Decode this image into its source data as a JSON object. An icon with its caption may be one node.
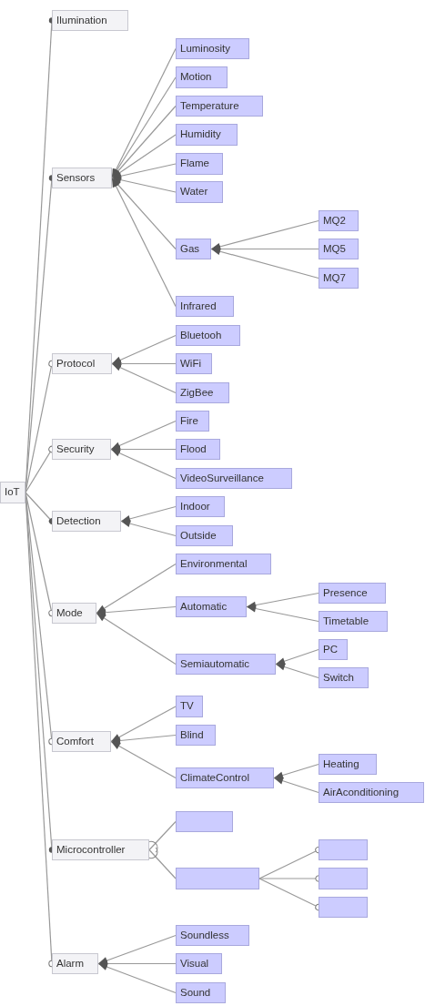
{
  "diagram": {
    "nodes": [
      {
        "text": [
          "IoT"
        ]
      },
      {
        "text": [
          "Ilumination"
        ]
      },
      {
        "text": [
          "Sensors"
        ]
      },
      {
        "text": [
          "Luminosity"
        ]
      },
      {
        "text": [
          "Motion"
        ]
      },
      {
        "text": [
          "Temperature"
        ]
      },
      {
        "text": [
          "Humidity"
        ]
      },
      {
        "text": [
          "Flame"
        ]
      },
      {
        "text": [
          "Water"
        ]
      },
      {
        "text": [
          "Gas"
        ]
      },
      {
        "text": [
          "MQ2"
        ]
      },
      {
        "text": [
          "MQ5"
        ]
      },
      {
        "text": [
          "MQ7"
        ]
      },
      {
        "text": [
          "Infrared"
        ]
      },
      {
        "text": [
          "Protocol"
        ]
      },
      {
        "text": [
          "Bluetooh"
        ]
      },
      {
        "text": [
          "WiFi"
        ]
      },
      {
        "text": [
          "ZigBee"
        ]
      },
      {
        "text": [
          "Security"
        ]
      },
      {
        "text": [
          "Fire"
        ]
      },
      {
        "text": [
          "Flood"
        ]
      },
      {
        "text": [
          "VideoSurveillance"
        ]
      },
      {
        "text": [
          "Detection"
        ]
      },
      {
        "text": [
          "Indoor"
        ]
      },
      {
        "text": [
          "Outside"
        ]
      },
      {
        "text": [
          "Mode"
        ]
      },
      {
        "text": [
          "Environmental"
        ]
      },
      {
        "text": [
          "Automatic"
        ]
      },
      {
        "text": [
          "Presence"
        ]
      },
      {
        "text": [
          "Timetable"
        ]
      },
      {
        "text": [
          "Semiautomatic"
        ]
      },
      {
        "text": [
          "PC"
        ]
      },
      {
        "text": [
          "Switch"
        ]
      },
      {
        "text": [
          "Comfort"
        ]
      },
      {
        "text": [
          "TV"
        ]
      },
      {
        "text": [
          "Blind"
        ]
      },
      {
        "text": [
          "ClimateControl"
        ]
      },
      {
        "text": [
          "Heating"
        ]
      },
      {
        "text": [
          "AirAconditioning"
        ]
      },
      {
        "text": [
          "Microcontroller"
        ]
      },
      {
        "text": [],
        "shape": "box"
      },
      {
        "text": [],
        "shape": "box"
      },
      {
        "text": [],
        "shape": "box"
      },
      {
        "text": [],
        "shape": "box"
      },
      {
        "text": [],
        "shape": "box"
      },
      {
        "text": [
          "Alarm"
        ]
      },
      {
        "text": [
          "Soundless"
        ]
      },
      {
        "text": [
          "Visual"
        ]
      },
      {
        "text": [
          "Sound"
        ]
      }
    ],
    "edges": [
      {
        "from": 0,
        "to": 1,
        "arrow": "other"
      },
      {
        "from": 0,
        "to": 2,
        "arrow": "other"
      },
      {
        "from": 0,
        "to": 14,
        "arrow": "other"
      },
      {
        "from": 0,
        "to": 18,
        "arrow": "other"
      },
      {
        "from": 0,
        "to": 22,
        "arrow": "other"
      },
      {
        "from": 0,
        "to": 25,
        "arrow": "other"
      },
      {
        "from": 0,
        "to": 33,
        "arrow": "other"
      },
      {
        "from": 0,
        "to": 39,
        "arrow": "other"
      },
      {
        "from": 0,
        "to": 45,
        "arrow": "other"
      },
      {
        "from": 3,
        "to": 2,
        "arrow": "to"
      },
      {
        "from": 4,
        "to": 2,
        "arrow": "to"
      },
      {
        "from": 5,
        "to": 2,
        "arrow": "to"
      },
      {
        "from": 6,
        "to": 2,
        "arrow": "to"
      },
      {
        "from": 7,
        "to": 2,
        "arrow": "to"
      },
      {
        "from": 8,
        "to": 2,
        "arrow": "to"
      },
      {
        "from": 9,
        "to": 2,
        "arrow": "to"
      },
      {
        "from": 13,
        "to": 2,
        "arrow": "to"
      },
      {
        "from": 10,
        "to": 9,
        "arrow": "to"
      },
      {
        "from": 11,
        "to": 9,
        "arrow": "to"
      },
      {
        "from": 12,
        "to": 9,
        "arrow": "to"
      },
      {
        "from": 15,
        "to": 14,
        "arrow": "to"
      },
      {
        "from": 16,
        "to": 14,
        "arrow": "to"
      },
      {
        "from": 17,
        "to": 14,
        "arrow": "to"
      },
      {
        "from": 19,
        "to": 18,
        "arrow": "to"
      },
      {
        "from": 20,
        "to": 18,
        "arrow": "to"
      },
      {
        "from": 21,
        "to": 18,
        "arrow": "to"
      },
      {
        "from": 23,
        "to": 22,
        "arrow": "to"
      },
      {
        "from": 24,
        "to": 22,
        "arrow": "to"
      },
      {
        "from": 26,
        "to": 25,
        "arrow": "to"
      },
      {
        "from": 27,
        "to": 25,
        "arrow": "to"
      },
      {
        "from": 30,
        "to": 25,
        "arrow": "to"
      },
      {
        "from": 28,
        "to": 27,
        "arrow": "to"
      },
      {
        "from": 29,
        "to": 27,
        "arrow": "to"
      },
      {
        "from": 31,
        "to": 30,
        "arrow": "to"
      },
      {
        "from": 32,
        "to": 30,
        "arrow": "to"
      },
      {
        "from": 34,
        "to": 33,
        "arrow": "to"
      },
      {
        "from": 35,
        "to": 33,
        "arrow": "to"
      },
      {
        "from": 36,
        "to": 33,
        "arrow": "to"
      },
      {
        "from": 37,
        "to": 36,
        "arrow": "to"
      },
      {
        "from": 38,
        "to": 36,
        "arrow": "to"
      },
      {
        "from": 39,
        "to": 40,
        "arrow": "other"
      },
      {
        "from": 39,
        "to": 41,
        "arrow": "other"
      },
      {
        "from": 41,
        "to": 42,
        "arrow": "other"
      },
      {
        "from": 41,
        "to": 43,
        "arrow": "other"
      },
      {
        "from": 41,
        "to": 44,
        "arrow": "other"
      },
      {
        "from": 46,
        "to": 45,
        "arrow": "to"
      },
      {
        "from": 47,
        "to": 45,
        "arrow": "to"
      },
      {
        "from": 48,
        "to": 45,
        "arrow": "to"
      }
    ]
  }
}
